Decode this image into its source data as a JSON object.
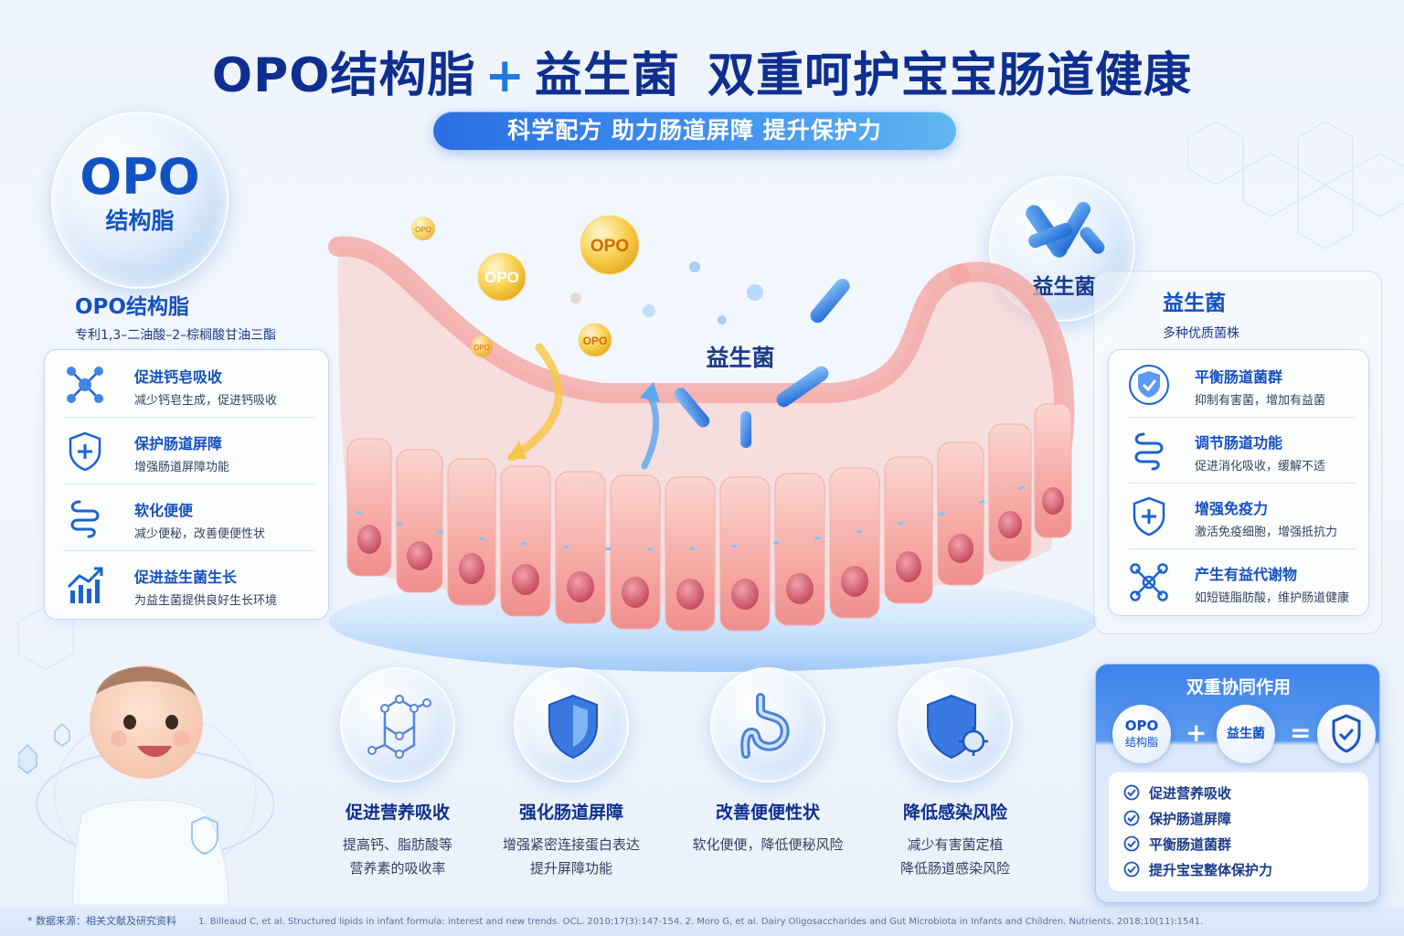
{
  "header": {
    "title_part1": "OPO结构脂",
    "plus": "+",
    "title_part2": "益生菌",
    "title_part3": "双重呵护宝宝肠道健康",
    "subtitle": "科学配方  助力肠道屏障  提升保护力"
  },
  "opo_bubble": {
    "big": "OPO",
    "small": "结构脂"
  },
  "probiotic_bubble": {
    "label": "益生菌"
  },
  "left": {
    "title": "OPO结构脂",
    "subtitle": "专利1,3–二油酸–2–棕榈酸甘油三酯",
    "items": [
      {
        "title": "促进钙皂吸收",
        "desc": "减少钙皂生成，促进钙吸收",
        "icon": "molecule-icon"
      },
      {
        "title": "保护肠道屏障",
        "desc": "增强肠道屏障功能",
        "icon": "shield-plus-icon"
      },
      {
        "title": "软化便便",
        "desc": "减少便秘，改善便便性状",
        "icon": "intestine-icon"
      },
      {
        "title": "促进益生菌生长",
        "desc": "为益生菌提供良好生长环境",
        "icon": "growth-chart-icon"
      }
    ]
  },
  "right": {
    "title": "益生菌",
    "subtitle": "多种优质菌株",
    "items": [
      {
        "title": "平衡肠道菌群",
        "desc": "抑制有害菌，增加有益菌",
        "icon": "shield-check-icon"
      },
      {
        "title": "调节肠道功能",
        "desc": "促进消化吸收，缓解不适",
        "icon": "intestine-icon"
      },
      {
        "title": "增强免疫力",
        "desc": "激活免疫细胞，增强抵抗力",
        "icon": "shield-plus-icon"
      },
      {
        "title": "产生有益代谢物",
        "desc": "如短链脂肪酸，维护肠道健康",
        "icon": "molecule-icon"
      }
    ]
  },
  "scene": {
    "opo_labels": [
      "OPO",
      "OPO",
      "OPO",
      "OPO",
      "OPO"
    ],
    "probiotic_label": "益生菌"
  },
  "features": [
    {
      "title": "促进营养吸收",
      "line1": "提高钙、脂肪酸等",
      "line2": "营养素的吸收率",
      "icon": "molecule-network-icon"
    },
    {
      "title": "强化肠道屏障",
      "line1": "增强紧密连接蛋白表达",
      "line2": "提升屏障功能",
      "icon": "shield-icon"
    },
    {
      "title": "改善便便性状",
      "line1": "软化便便，降低便秘风险",
      "line2": "",
      "icon": "stomach-icon"
    },
    {
      "title": "降低感染风险",
      "line1": "减少有害菌定植",
      "line2": "降低肠道感染风险",
      "icon": "shield-virus-icon"
    }
  ],
  "synergy": {
    "title": "双重协同作用",
    "c1a": "OPO",
    "c1b": "结构脂",
    "plus": "+",
    "c2": "益生菌",
    "equals": "=",
    "list": [
      "促进营养吸收",
      "保护肠道屏障",
      "平衡肠道菌群",
      "提升宝宝整体保护力"
    ]
  },
  "footer": {
    "source": "* 数据来源：相关文献及研究资料",
    "refs": "1. Billeaud C, et al. Structured lipids in infant formula: interest and new trends. OCL. 2010;17(3):147-154.   2. Moro G, et al. Dairy Oligosaccharides and Gut Microbiota in Infants and Children. Nutrients. 2018;10(11):1541."
  },
  "colors": {
    "primary": "#1450c0",
    "title": "#0e2f8f",
    "accent": "#2a6fe0",
    "tissue": "#f6a7a6",
    "gold": "#f5c23a"
  }
}
